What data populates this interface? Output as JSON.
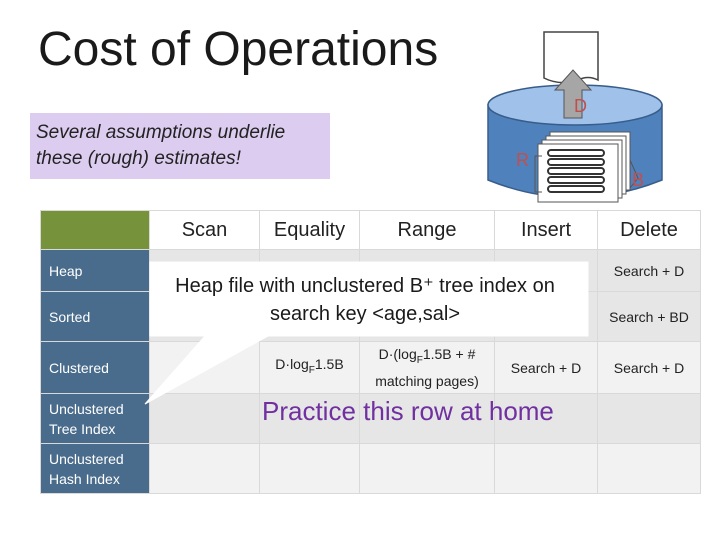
{
  "title": "Cost of Operations",
  "assumption_note": {
    "line1": "Several assumptions underlie",
    "line2": "these (rough) estimates!"
  },
  "diagram": {
    "label_d": "D",
    "label_r": "R",
    "label_b": "B"
  },
  "table": {
    "columns": [
      "Scan",
      "Equality",
      "Range",
      "Insert",
      "Delete"
    ],
    "rows": [
      {
        "label1": "Heap",
        "label2": "",
        "cells": [
          "",
          "",
          "",
          "",
          "Search + D"
        ]
      },
      {
        "label1": "Sorted",
        "label2": "",
        "cells": [
          "",
          "",
          "",
          "",
          "Search + BD"
        ]
      },
      {
        "label1": "Clustered",
        "label2": "",
        "cells": [
          "",
          "D·log",
          "D·(log",
          "Search + D",
          "Search + D"
        ]
      },
      {
        "label1": "Unclustered",
        "label2": "Tree Index",
        "cells": [
          "",
          "",
          "",
          "",
          ""
        ]
      },
      {
        "label1": "Unclustered",
        "label2": "Hash Index",
        "cells": [
          "",
          "",
          "",
          "",
          ""
        ]
      }
    ],
    "clustered_equality": {
      "prefix": "D·log",
      "sub": "F",
      "suffix": "1.5B"
    },
    "clustered_range": {
      "line1_prefix": "D·(log",
      "sub": "F",
      "line1_suffix": "1.5B + #",
      "line2": "matching pages)"
    }
  },
  "callout": {
    "line1": "Heap file with unclustered B⁺ tree index on",
    "line2": "search key <age,sal>"
  },
  "practice_note": "Practice this row at home"
}
